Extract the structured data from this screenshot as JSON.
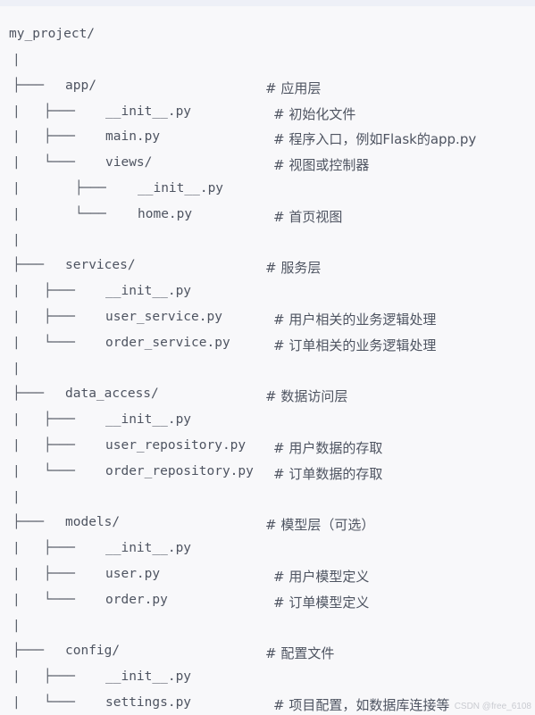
{
  "code": {
    "root": "my_project/",
    "lines": [
      {
        "tree": "|",
        "name": "",
        "comment": ""
      },
      {
        "tree": "├─── ",
        "name": "app/",
        "comment": "# 应用层"
      },
      {
        "tree": "|   ├─── ",
        "name": "__init__.py",
        "comment": "# 初始化文件"
      },
      {
        "tree": "|   ├─── ",
        "name": "main.py",
        "comment": "# 程序入口，例如Flask的app.py"
      },
      {
        "tree": "|   └─── ",
        "name": "views/",
        "comment": "# 视图或控制器"
      },
      {
        "tree": "|       ├─── ",
        "name": "__init__.py",
        "comment": ""
      },
      {
        "tree": "|       └─── ",
        "name": "home.py",
        "comment": "# 首页视图"
      },
      {
        "tree": "|",
        "name": "",
        "comment": ""
      },
      {
        "tree": "├─── ",
        "name": "services/",
        "comment": "# 服务层"
      },
      {
        "tree": "|   ├─── ",
        "name": "__init__.py",
        "comment": ""
      },
      {
        "tree": "|   ├─── ",
        "name": "user_service.py",
        "comment": "# 用户相关的业务逻辑处理"
      },
      {
        "tree": "|   └─── ",
        "name": "order_service.py",
        "comment": "# 订单相关的业务逻辑处理"
      },
      {
        "tree": "|",
        "name": "",
        "comment": ""
      },
      {
        "tree": "├─── ",
        "name": "data_access/",
        "comment": "# 数据访问层"
      },
      {
        "tree": "|   ├─── ",
        "name": "__init__.py",
        "comment": ""
      },
      {
        "tree": "|   ├─── ",
        "name": "user_repository.py",
        "comment": "# 用户数据的存取"
      },
      {
        "tree": "|   └─── ",
        "name": "order_repository.py",
        "comment": "# 订单数据的存取"
      },
      {
        "tree": "|",
        "name": "",
        "comment": ""
      },
      {
        "tree": "├─── ",
        "name": "models/",
        "comment": "# 模型层（可选）"
      },
      {
        "tree": "|   ├─── ",
        "name": "__init__.py",
        "comment": ""
      },
      {
        "tree": "|   ├─── ",
        "name": "user.py",
        "comment": "# 用户模型定义"
      },
      {
        "tree": "|   └─── ",
        "name": "order.py",
        "comment": "# 订单模型定义"
      },
      {
        "tree": "|",
        "name": "",
        "comment": ""
      },
      {
        "tree": "├─── ",
        "name": "config/",
        "comment": "# 配置文件"
      },
      {
        "tree": "|   ├─── ",
        "name": "__init__.py",
        "comment": ""
      },
      {
        "tree": "|   └─── ",
        "name": "settings.py",
        "comment": "# 项目配置，如数据库连接等"
      }
    ]
  },
  "watermark": "CSDN @free_6108"
}
